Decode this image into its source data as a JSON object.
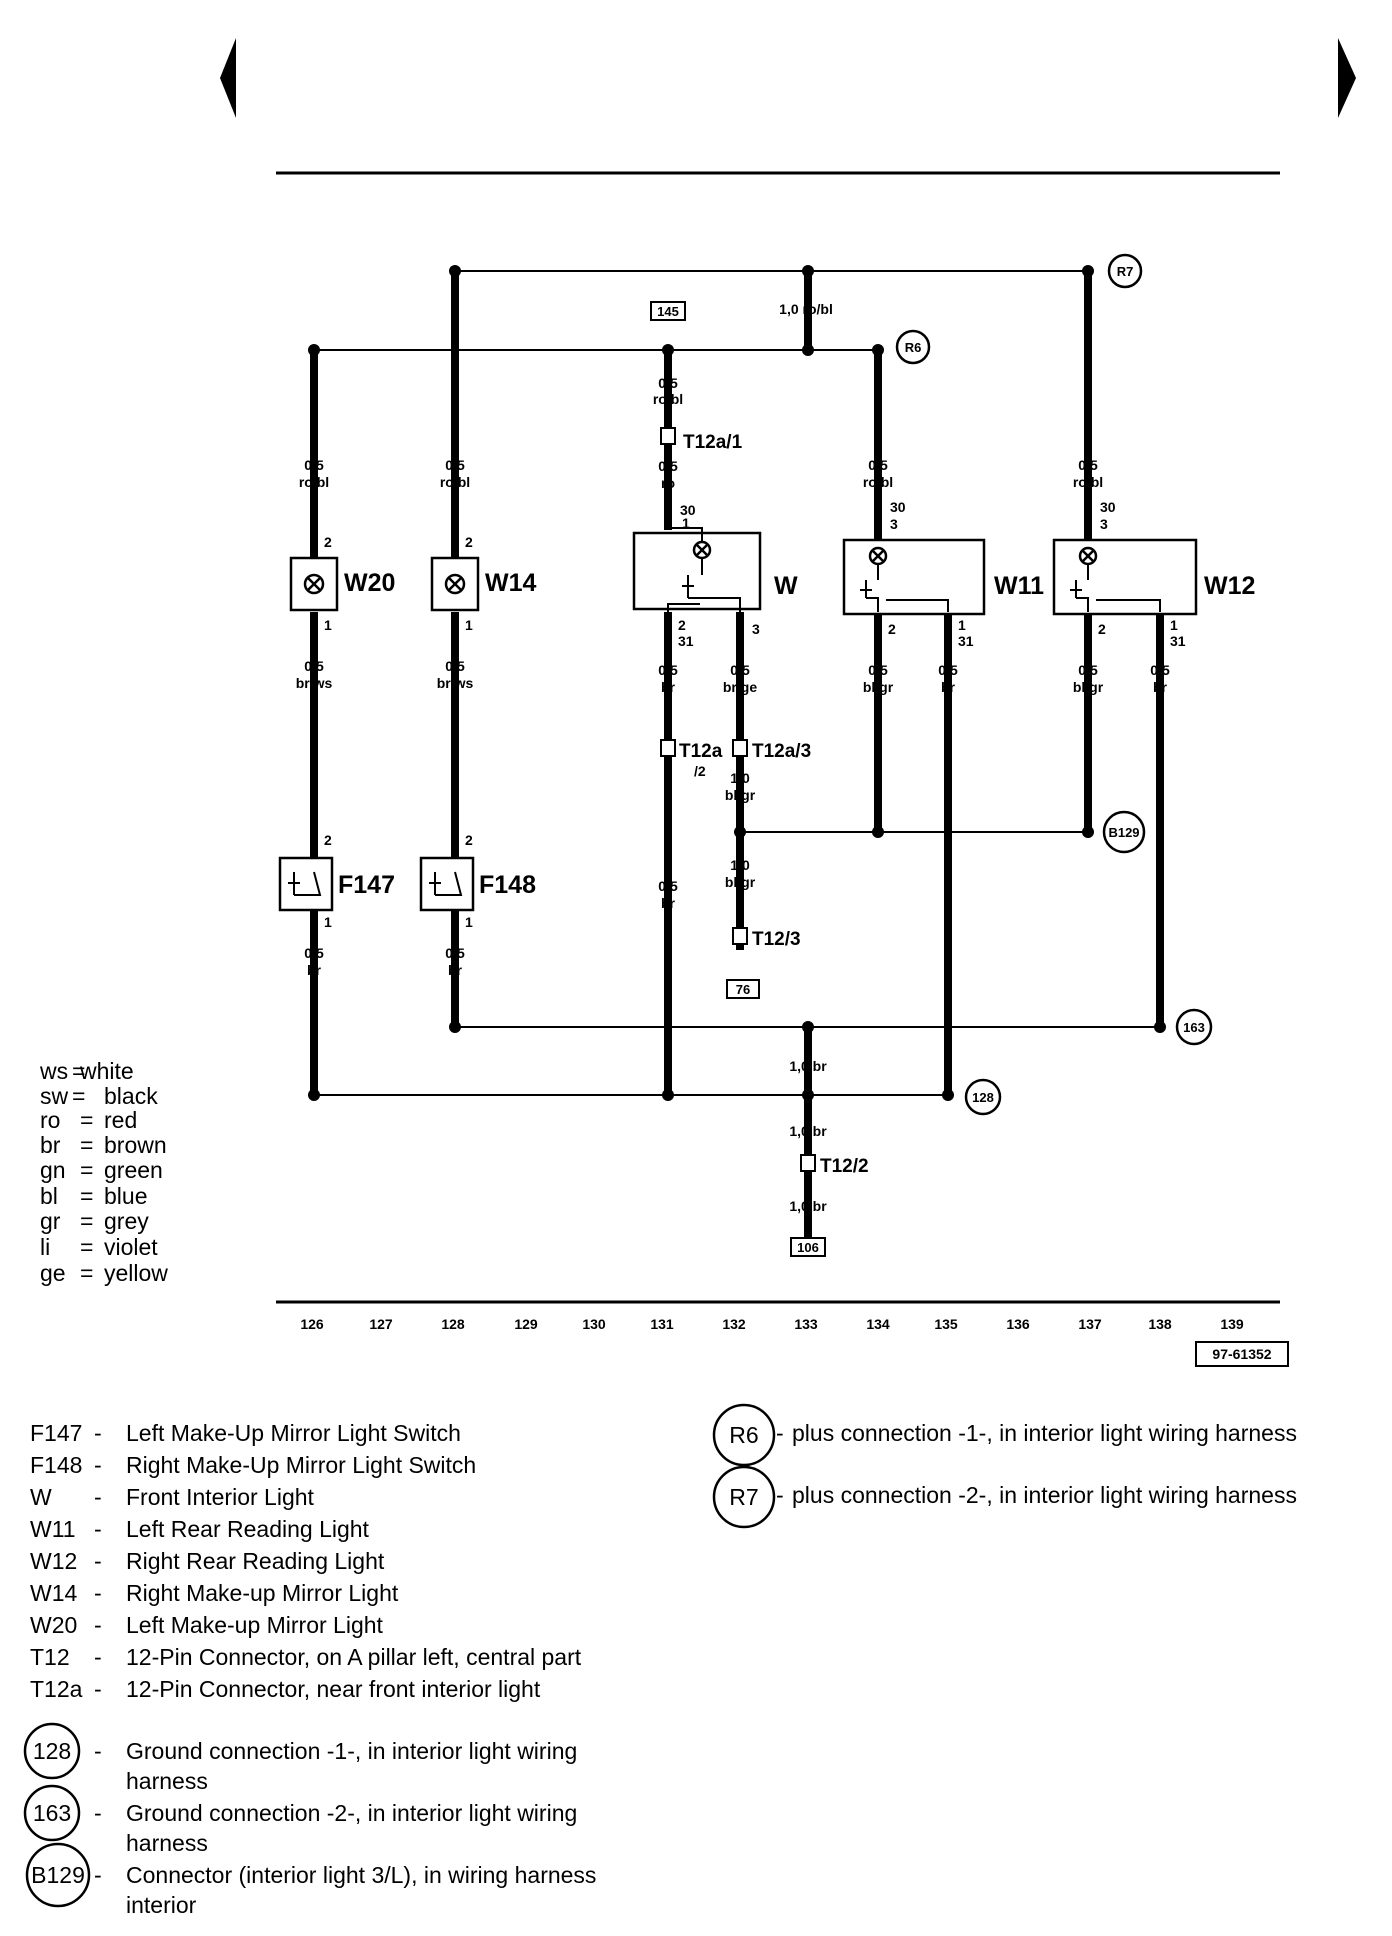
{
  "nav": {
    "prev_icon": "triangle-left-icon",
    "next_icon": "triangle-right-icon"
  },
  "diagram_ref": "97-61352",
  "wire_labels": {
    "top_ro_bl": "1,0 ro/bl",
    "w145_a": "0,5",
    "w145_b": "ro/bl",
    "w_ro_a": "0,5",
    "w_ro_b": "ro",
    "w20_top_a": "0,5",
    "w20_top_b": "ro/bl",
    "w14_top_a": "0,5",
    "w14_top_b": "ro/bl",
    "w11_top_a": "0,5",
    "w11_top_b": "ro/bl",
    "w12_top_a": "0,5",
    "w12_top_b": "ro/bl",
    "w20_bot_a": "0,5",
    "w20_bot_b": "br/ws",
    "w14_bot_a": "0,5",
    "w14_bot_b": "br/ws",
    "w_br_a": "0,5",
    "w_br_b": "br",
    "w_brge_a": "0,5",
    "w_brge_b": "br/ge",
    "w11_blgr_a": "0,5",
    "w11_blgr_b": "bl/gr",
    "w11_br_a": "0,5",
    "w11_br_b": "br",
    "w12_blgr_a": "0,5",
    "w12_blgr_b": "bl/gr",
    "w12_br_a": "0,5",
    "w12_br_b": "br",
    "blgr1_a": "1,0",
    "blgr1_b": "bl/gr",
    "blgr2_a": "1,0",
    "blgr2_b": "bl/gr",
    "w_br2_a": "0,5",
    "w_br2_b": "br",
    "f147_bot_a": "0,5",
    "f147_bot_b": "br",
    "f148_bot_a": "0,5",
    "f148_bot_b": "br",
    "gnd_1": "1,0 br",
    "gnd_2": "1,0 br",
    "gnd_3": "1,0 br"
  },
  "components": {
    "w20": "W20",
    "w14": "W14",
    "w": "W",
    "w11": "W11",
    "w12": "W12",
    "f147": "F147",
    "f148": "F148"
  },
  "connectors": {
    "t12a1": "T12a/1",
    "t12a2_a": "T12a",
    "t12a2_b": "/2",
    "t12a3": "T12a/3",
    "t123": "T12/3",
    "t122": "T12/2"
  },
  "pins": {
    "w20_in": "2",
    "w20_out": "1",
    "w14_in": "2",
    "w14_out": "1",
    "w_30": "30",
    "w_1": "1",
    "w_2": "2",
    "w_31": "31",
    "w_3": "3",
    "w11_30": "30",
    "w11_3": "3",
    "w11_2": "2",
    "w11_1": "1",
    "w11_31": "31",
    "w12_30": "30",
    "w12_3": "3",
    "w12_2": "2",
    "w12_1": "1",
    "w12_31": "31",
    "f147_2": "2",
    "f147_1": "1",
    "f148_2": "2",
    "f148_1": "1"
  },
  "refs": {
    "r145": "145",
    "r76": "76",
    "r106": "106"
  },
  "circles": {
    "r7": "R7",
    "r6": "R6",
    "b129": "B129",
    "g163": "163",
    "g128": "128"
  },
  "columns": [
    "126",
    "127",
    "128",
    "129",
    "130",
    "131",
    "132",
    "133",
    "134",
    "135",
    "136",
    "137",
    "138",
    "139"
  ],
  "color_legend": [
    {
      "code": "ws",
      "name": "white"
    },
    {
      "code": "sw",
      "name": "black"
    },
    {
      "code": "ro",
      "name": "red"
    },
    {
      "code": "br",
      "name": "brown"
    },
    {
      "code": "gn",
      "name": "green"
    },
    {
      "code": "bl",
      "name": "blue"
    },
    {
      "code": "gr",
      "name": "grey"
    },
    {
      "code": "li",
      "name": "violet"
    },
    {
      "code": "ge",
      "name": "yellow"
    }
  ],
  "component_key": [
    {
      "code": "F147",
      "desc": "Left Make-Up Mirror Light Switch"
    },
    {
      "code": "F148",
      "desc": "Right Make-Up Mirror Light Switch"
    },
    {
      "code": "W",
      "desc": "Front Interior Light"
    },
    {
      "code": "W11",
      "desc": "Left Rear Reading Light"
    },
    {
      "code": "W12",
      "desc": "Right Rear Reading Light"
    },
    {
      "code": "W14",
      "desc": "Right Make-up Mirror Light"
    },
    {
      "code": "W20",
      "desc": "Left Make-up Mirror Light"
    },
    {
      "code": "T12",
      "desc": "12-Pin Connector, on A pillar left, central part"
    },
    {
      "code": "T12a",
      "desc": "12-Pin Connector, near front interior light"
    }
  ],
  "ground_key": [
    {
      "code": "128",
      "line1": "Ground connection -1-, in interior light wiring",
      "line2": "harness"
    },
    {
      "code": "163",
      "line1": "Ground connection -2-, in interior light wiring",
      "line2": "harness"
    },
    {
      "code": "B129",
      "line1": "Connector (interior light 3/L), in wiring harness",
      "line2": "interior"
    }
  ],
  "plus_key": [
    {
      "code": "R6",
      "desc": "plus connection -1-, in interior light wiring harness"
    },
    {
      "code": "R7",
      "desc": "plus connection -2-, in interior light wiring harness"
    }
  ]
}
